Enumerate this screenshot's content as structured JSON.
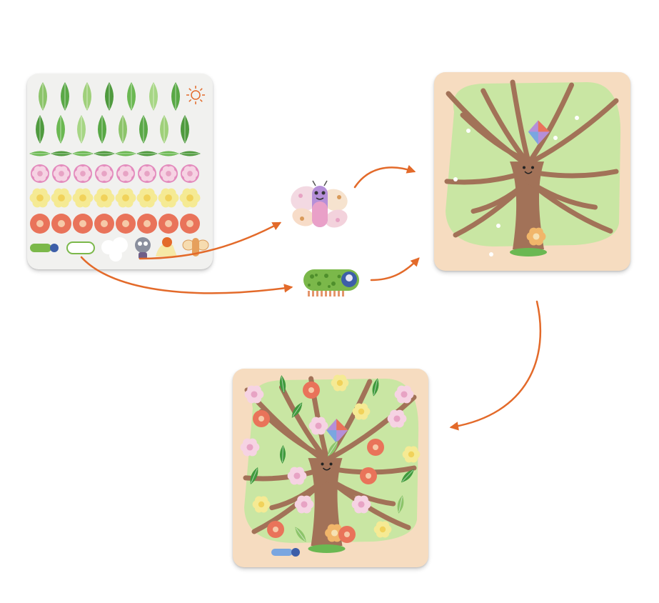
{
  "colors": {
    "arrow": "#e36a2a",
    "board_bg": "#f6dcc0",
    "canopy": "#c9e6a3",
    "trunk": "#a27258",
    "sheet_bg": "#f1f1ef",
    "leaf_dark": "#3f9a3d",
    "leaf_light": "#8cc46a",
    "flower_pink": "#e7a3c4",
    "flower_yellow": "#f5ea94",
    "flower_red": "#e9735a"
  },
  "cards": {
    "sticker_sheet": {
      "name": "sticker-sheet"
    },
    "tree_step": {
      "name": "tree-board-step"
    },
    "tree_final": {
      "name": "tree-board-final"
    }
  },
  "pieces": {
    "butterfly": {
      "icon": "butterfly-icon"
    },
    "caterpillar": {
      "icon": "caterpillar-icon"
    }
  },
  "icons": [
    "sun-icon",
    "leaf-icon",
    "flower-icon",
    "butterfly-icon",
    "caterpillar-icon",
    "kite-icon",
    "bird-icon",
    "owl-icon",
    "tree-icon"
  ]
}
